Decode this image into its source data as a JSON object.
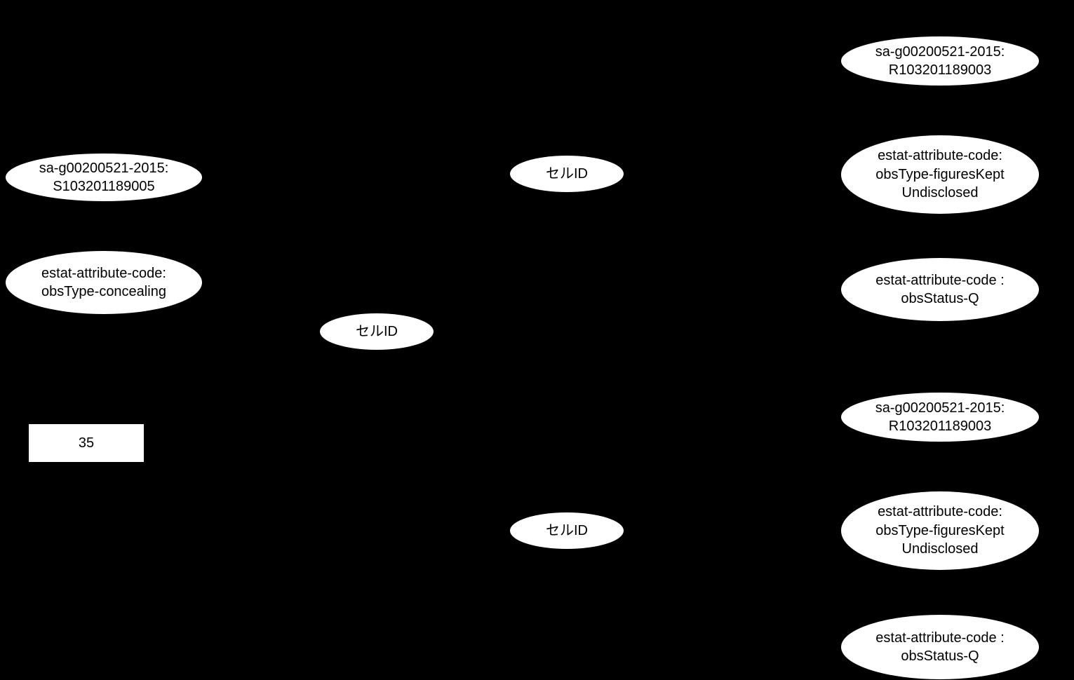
{
  "diagram": {
    "type": "rdf-graph",
    "background_color": "#000000",
    "node_fill_color": "#ffffff",
    "node_text_color": "#000000",
    "nodes": [
      {
        "shape": "ellipse",
        "label": "sa-g00200521-2015:\nR103201189003"
      },
      {
        "shape": "ellipse",
        "label": "sa-g00200521-2015:\nS103201189005"
      },
      {
        "shape": "ellipse",
        "label": "セルID"
      },
      {
        "shape": "ellipse",
        "label": "estat-attribute-code:\nobsType-figuresKept\nUndisclosed"
      },
      {
        "shape": "ellipse",
        "label": "estat-attribute-code:\nobsType-concealing"
      },
      {
        "shape": "ellipse",
        "label": "estat-attribute-code :\nobsStatus-Q"
      },
      {
        "shape": "ellipse",
        "label": "セルID"
      },
      {
        "shape": "ellipse",
        "label": "sa-g00200521-2015:\nR103201189003"
      },
      {
        "shape": "rectangle",
        "label": "35"
      },
      {
        "shape": "ellipse",
        "label": "セルID"
      },
      {
        "shape": "ellipse",
        "label": "estat-attribute-code:\nobsType-figuresKept\nUndisclosed"
      },
      {
        "shape": "ellipse",
        "label": "estat-attribute-code :\nobsStatus-Q"
      }
    ]
  }
}
